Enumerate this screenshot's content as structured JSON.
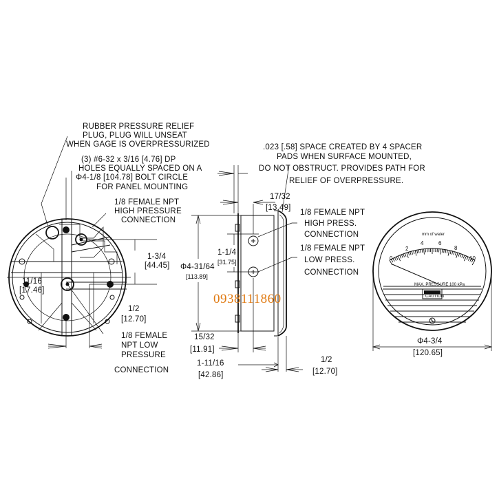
{
  "callouts": {
    "relief_plug": [
      "RUBBER PRESSURE RELIEF",
      "PLUG, PLUG WILL UNSEAT",
      "WHEN GAGE IS OVERPRESSURIZED"
    ],
    "mounting_holes": [
      "(3) #6-32 x 3/16 [4.76] DP",
      "HOLES EQUALLY SPACED ON A",
      "Φ4-1/8 [104.78] BOLT CIRCLE",
      "FOR PANEL MOUNTING"
    ],
    "spacer": [
      ".023 [.58] SPACE CREATED BY 4 SPACER",
      "PADS WHEN SURFACE MOUNTED,",
      "DO NOT OBSTRUCT. PROVIDES PATH FOR",
      "RELIEF OF OVERPRESSURE."
    ],
    "high_back": [
      "1/8 FEMALE NPT",
      "HIGH PRESSURE",
      "CONNECTION"
    ],
    "low_back": [
      "1/8 FEMALE",
      "NPT LOW",
      "PRESSURE",
      "CONNECTION"
    ],
    "high_side": [
      "1/8 FEMALE NPT",
      "HIGH PRESS.",
      "CONNECTION"
    ],
    "low_side": [
      "1/8 FEMALE NPT",
      "LOW PRESS.",
      "CONNECTION"
    ]
  },
  "dimensions": {
    "d_1_3_4": [
      "1-3/4",
      "[44.45]"
    ],
    "d_11_16": [
      "11/16",
      "[17.46]"
    ],
    "d_1_2_back": [
      "1/2",
      "[12.70]"
    ],
    "d_17_32": [
      "17/32",
      "[13.49]"
    ],
    "d_1_1_4": [
      "1-1/4",
      "[31.75]"
    ],
    "d_body": [
      "Φ4-31/64",
      "[113.89]"
    ],
    "d_15_32": [
      "15/32",
      "[11.91]"
    ],
    "d_1_11_16": [
      "1-11/16",
      "[42.86]"
    ],
    "d_1_2_side": [
      "1/2",
      "[12.70]"
    ],
    "d_front": [
      "Φ4-3/4",
      "[120.65]"
    ]
  },
  "gauge_face": {
    "scale_labels": [
      "0",
      "2",
      "4",
      "6",
      "8",
      "10"
    ],
    "unit": "mm of water",
    "max_pressure": "MAX. PRESSURE 100 kPa",
    "caution": "CAUTION"
  },
  "watermark": "0938111860"
}
